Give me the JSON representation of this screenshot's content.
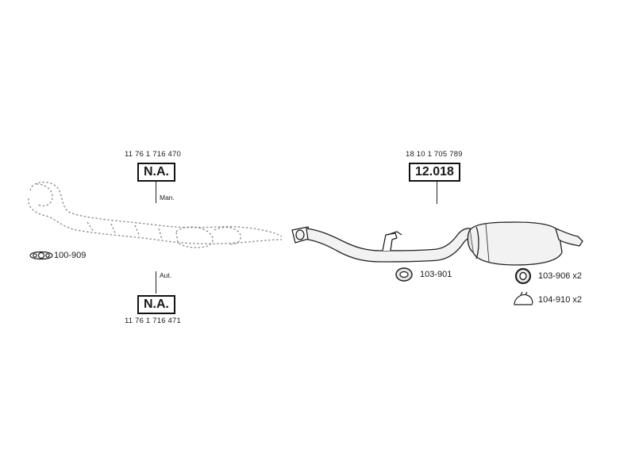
{
  "left_section": {
    "top_oem": "11 76 1 716 470",
    "top_box": "N.A.",
    "top_note": "Man.",
    "bottom_oem": "11 76 1 716 471",
    "bottom_box": "N.A.",
    "bottom_note": "Aut.",
    "gasket_part": "100-909"
  },
  "right_section": {
    "oem": "18 10 1 705 789",
    "box": "12.018",
    "ring_part": "103-901",
    "rubber_part": "103-906 x2",
    "clamp_part": "104-910 x2"
  },
  "icons": {
    "gasket": "gasket-icon",
    "ring": "ring-icon",
    "rubber_mount": "rubber-mount-icon",
    "clamp": "clamp-icon"
  },
  "colors": {
    "line": "#222222",
    "dashed": "#8a8a8a",
    "pipe_fill": "#f2f2f2"
  }
}
